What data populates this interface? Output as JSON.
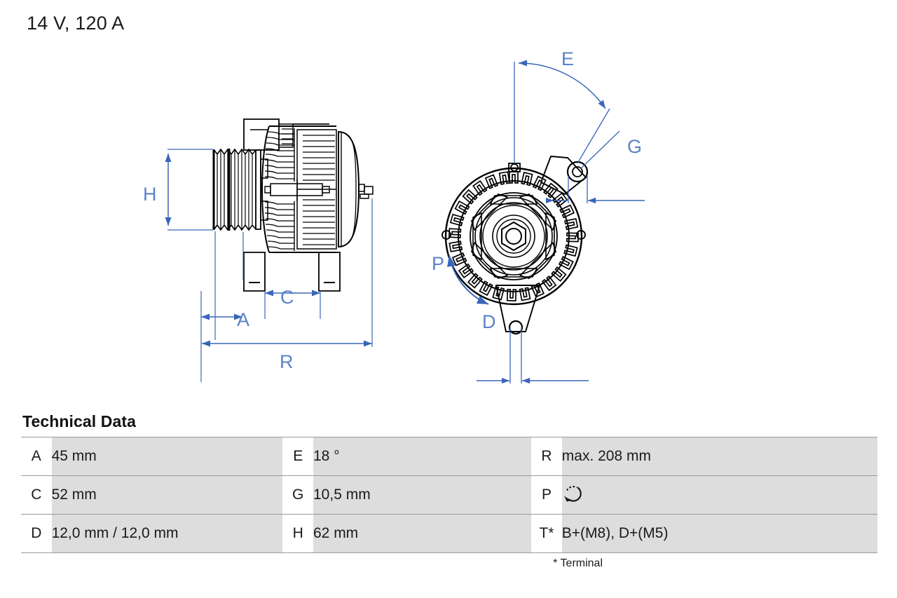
{
  "title": "14 V, 120 A",
  "tech_data": {
    "heading": "Technical Data",
    "footnote": "* Terminal",
    "rows": [
      {
        "k1": "A",
        "v1": "45 mm",
        "k2": "E",
        "v2": "18 °",
        "k3": "R",
        "v3": "max. 208 mm"
      },
      {
        "k1": "C",
        "v1": "52 mm",
        "k2": "G",
        "v2": "10,5 mm",
        "k3": "P",
        "v3": ""
      },
      {
        "k1": "D",
        "v1": "12,0 mm / 12,0 mm",
        "k2": "H",
        "v2": "62 mm",
        "k3": "T*",
        "v3": "B+(M8), D+(M5)"
      }
    ]
  },
  "drawing": {
    "dimension_labels": {
      "H": "H",
      "A": "A",
      "C": "C",
      "R": "R",
      "E": "E",
      "G": "G",
      "P": "P",
      "D": "D"
    },
    "colors": {
      "dimension_blue": "#3a66b8",
      "outline_black": "#000000",
      "table_value_gray": "#dddddd",
      "table_border_gray": "#9a9a9a"
    }
  }
}
